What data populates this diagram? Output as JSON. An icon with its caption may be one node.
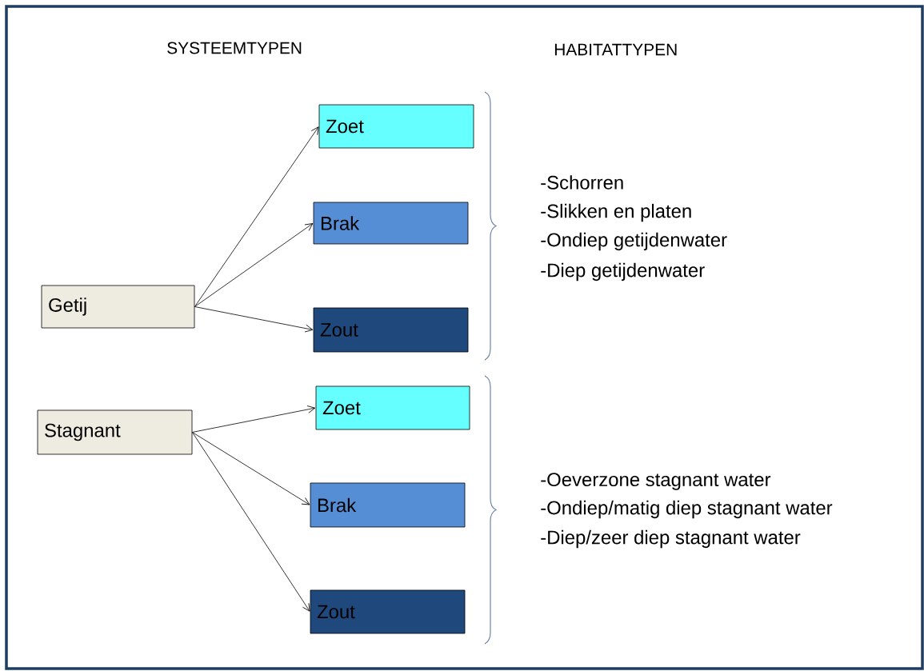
{
  "diagram": {
    "nodes": [
      {
        "text": [
          "Getij"
        ]
      },
      {
        "text": [
          "Zoet"
        ]
      },
      {
        "text": [
          "Brak"
        ]
      },
      {
        "text": [
          "Zout"
        ]
      },
      {
        "text": [
          "Stagnant"
        ]
      },
      {
        "text": [
          "Zoet"
        ]
      },
      {
        "text": [
          "Brak"
        ]
      },
      {
        "text": [
          "Zout"
        ]
      }
    ],
    "edges": [
      {
        "from": 0,
        "to": 1,
        "arrow": "to"
      },
      {
        "from": 0,
        "to": 2,
        "arrow": "to"
      },
      {
        "from": 0,
        "to": 3,
        "arrow": "to"
      },
      {
        "from": 4,
        "to": 5,
        "arrow": "to"
      },
      {
        "from": 4,
        "to": 6,
        "arrow": "to"
      },
      {
        "from": 4,
        "to": 7,
        "arrow": "to"
      }
    ],
    "labels": [
      "SYSTEEMTYPEN",
      "HABITATTYPEN",
      "-Schorren",
      "-Slikken en platen",
      "-Ondiep getijdenwater",
      "-Diep getijdenwater",
      "-Oeverzone stagnant water",
      "-Ondiep/matig diep stagnant water",
      "-Diep/zeer diep stagnant water"
    ]
  }
}
